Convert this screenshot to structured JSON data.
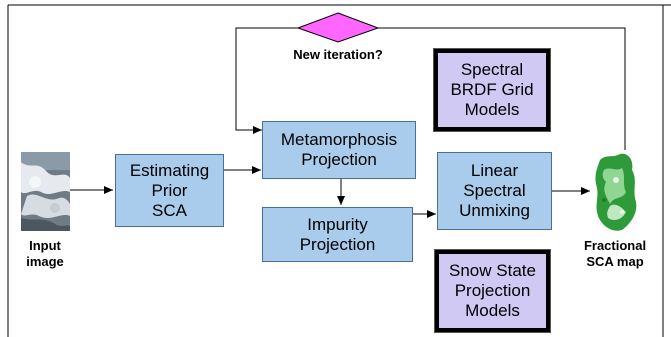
{
  "decision": {
    "label": "New iteration?"
  },
  "inputs": {
    "input_label": "Input\nimage",
    "output_label": "Fractional\nSCA map"
  },
  "steps": {
    "estimating": "Estimating\nPrior\nSCA",
    "metamorphosis": "Metamorphosis\nProjection",
    "impurity": "Impurity\nProjection",
    "unmixing": "Linear\nSpectral\nUnmixing"
  },
  "models": {
    "brdf": "Spectral\nBRDF Grid\nModels",
    "snow_state": "Snow State\nProjection\nModels"
  },
  "colors": {
    "process_fill": "#a9ccec",
    "model_fill": "#cfc9f3",
    "decision_fill": "#ff66ff"
  }
}
